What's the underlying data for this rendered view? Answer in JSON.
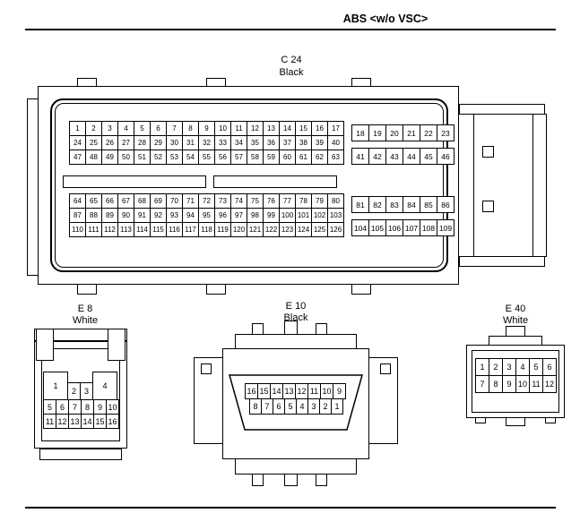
{
  "page": {
    "title": "ABS <w/o VSC>"
  },
  "colors": {
    "line": "#000000",
    "background": "#ffffff"
  },
  "connectors": {
    "c24": {
      "label": "C 24",
      "color_label": "Black",
      "upper_left": [
        [
          1,
          2,
          3,
          4,
          5,
          6,
          7,
          8,
          9,
          10,
          11,
          12,
          13,
          14,
          15,
          16,
          17
        ],
        [
          24,
          25,
          26,
          27,
          28,
          29,
          30,
          31,
          32,
          33,
          34,
          35,
          36,
          37,
          38,
          39,
          40
        ],
        [
          47,
          48,
          49,
          50,
          51,
          52,
          53,
          54,
          55,
          56,
          57,
          58,
          59,
          60,
          61,
          62,
          63
        ]
      ],
      "upper_right": [
        [
          18,
          19,
          20,
          21,
          22,
          23
        ],
        [
          41,
          42,
          43,
          44,
          45,
          46
        ]
      ],
      "lower_left": [
        [
          64,
          65,
          66,
          67,
          68,
          69,
          70,
          71,
          72,
          73,
          74,
          75,
          76,
          77,
          78,
          79,
          80
        ],
        [
          87,
          88,
          89,
          90,
          91,
          92,
          93,
          94,
          95,
          96,
          97,
          98,
          99,
          100,
          101,
          102,
          103
        ],
        [
          110,
          111,
          112,
          113,
          114,
          115,
          116,
          117,
          118,
          119,
          120,
          121,
          122,
          123,
          124,
          125,
          126
        ]
      ],
      "lower_right": [
        [
          81,
          82,
          83,
          84,
          85,
          86
        ],
        [
          104,
          105,
          106,
          107,
          108,
          109
        ]
      ]
    },
    "e8": {
      "label": "E 8",
      "color_label": "White",
      "row1": [
        1,
        2,
        3,
        4
      ],
      "grid": [
        [
          5,
          6,
          7,
          8,
          9,
          10
        ],
        [
          11,
          12,
          13,
          14,
          15,
          16
        ]
      ]
    },
    "e10": {
      "label": "E 10",
      "color_label": "Black",
      "row1": [
        16,
        15,
        14,
        13,
        12,
        11,
        10,
        9
      ],
      "row2": [
        8,
        7,
        6,
        5,
        4,
        3,
        2,
        1
      ]
    },
    "e40": {
      "label": "E 40",
      "color_label": "White",
      "grid": [
        [
          1,
          2,
          3,
          4,
          5,
          6
        ],
        [
          7,
          8,
          9,
          10,
          11,
          12
        ]
      ]
    }
  }
}
